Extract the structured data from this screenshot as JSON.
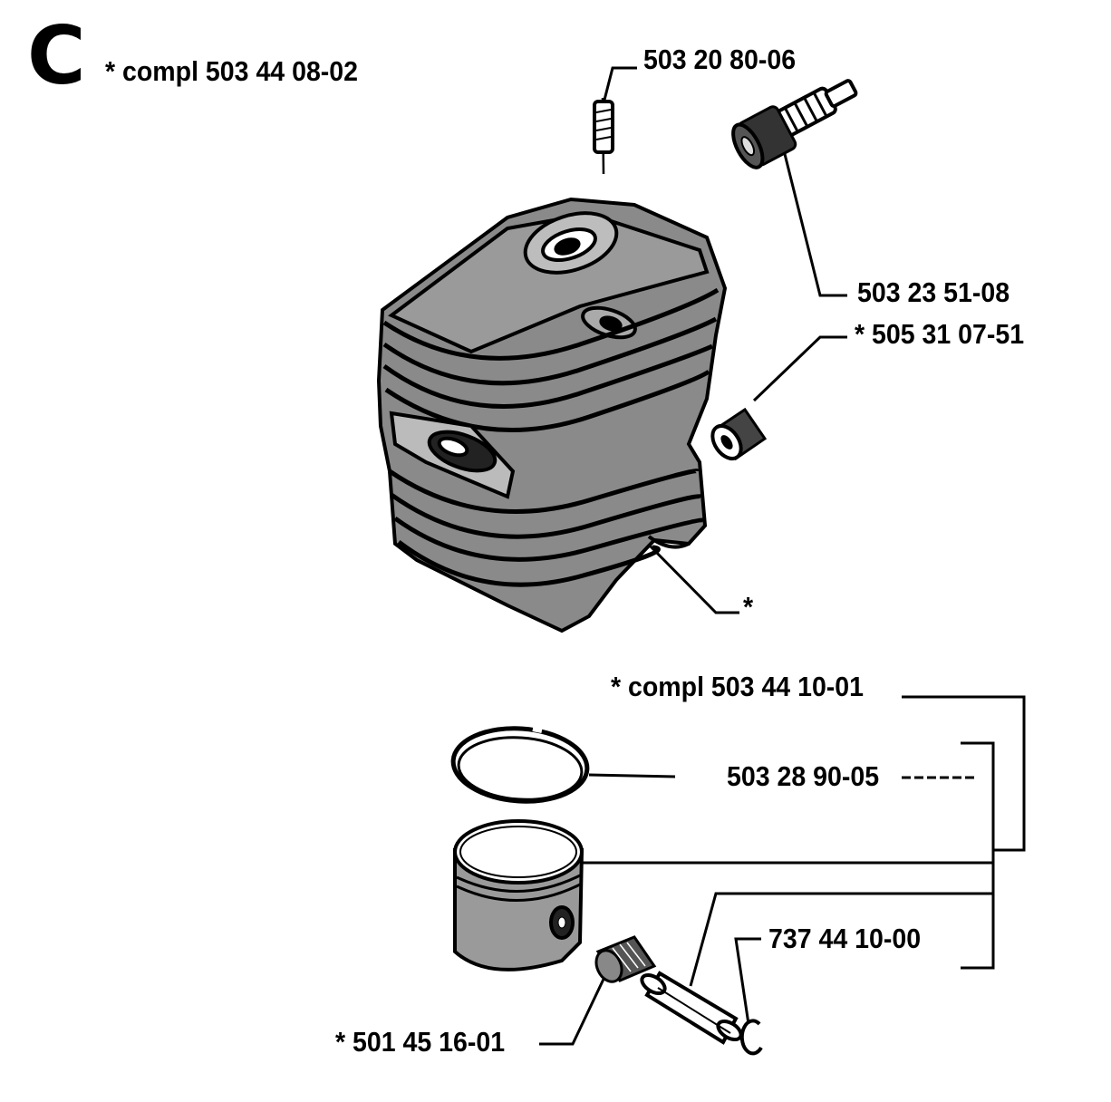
{
  "section": {
    "letter": "C"
  },
  "labels": {
    "cylinder_assembly": "* compl 503 44 08-02",
    "stud": "503 20 80-06",
    "decompression_valve": "503 23 51-08",
    "bushing": "* 505 31 07-51",
    "cylinder_mark": "*",
    "piston_kit": "* compl 503 44 10-01",
    "piston_ring": "503 28 90-05",
    "circlip": "737 44 10-00",
    "needle_bearing": "* 501 45 16-01"
  }
}
